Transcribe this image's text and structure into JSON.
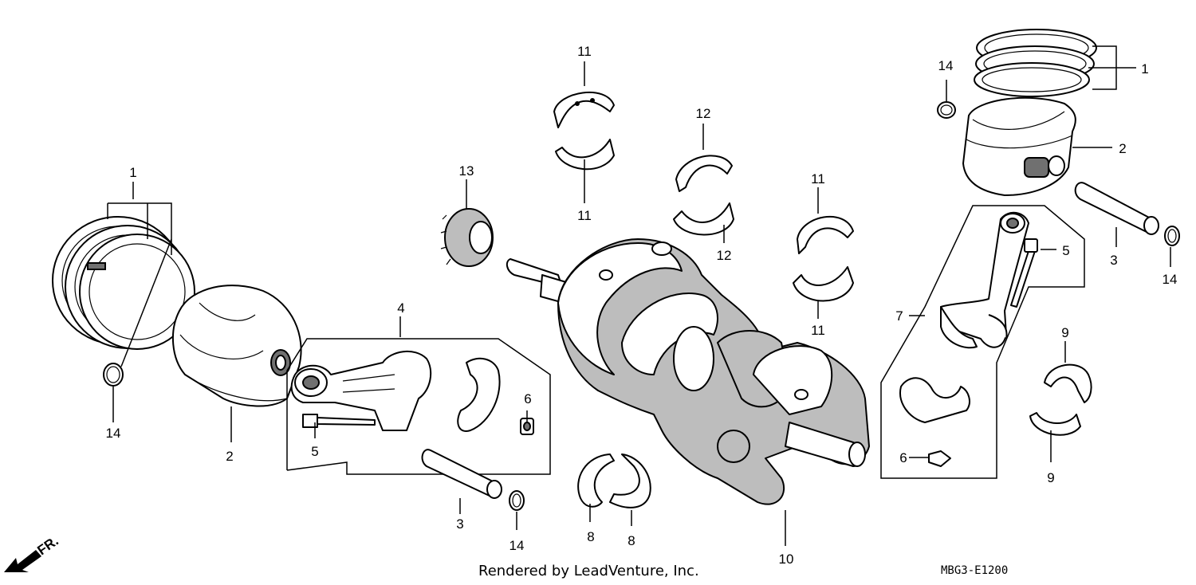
{
  "callouts": {
    "c1_left": "1",
    "c1_right": "1",
    "c2_left": "2",
    "c2_right": "2",
    "c3_left": "3",
    "c3_right": "3",
    "c4": "4",
    "c5_left": "5",
    "c5_right": "5",
    "c6_left": "6",
    "c6_right": "6",
    "c7": "7",
    "c8_a": "8",
    "c8_b": "8",
    "c9_top": "9",
    "c9_bottom": "9",
    "c10": "10",
    "c11_a_top": "11",
    "c11_a_bottom": "11",
    "c11_b_top": "11",
    "c11_b_bottom": "11",
    "c12_top": "12",
    "c12_bottom": "12",
    "c13": "13",
    "c14_left": "14",
    "c14_mid": "14",
    "c14_tr": "14",
    "c14_r": "14"
  },
  "footer": {
    "credit": "Rendered by LeadVenture, Inc.",
    "diagram_code": "MBG3-E1200",
    "front_marker": "FR."
  }
}
